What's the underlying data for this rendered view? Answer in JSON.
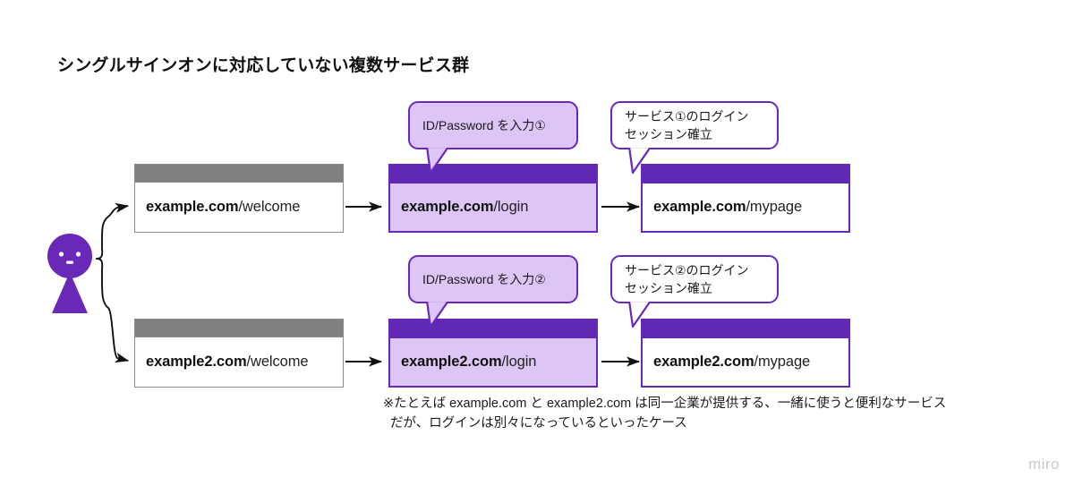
{
  "title": "シングルサインオンに対応していない複数サービス群",
  "colors": {
    "purple_dark": "#5f28b5",
    "purple_border": "#6a28b8",
    "purple_light": "#ddc6f6",
    "gray_titlebar": "#808080",
    "gray_border": "#8a8a8a",
    "arrow": "#111111",
    "watermark": "#c9c9d1"
  },
  "person": {
    "label": "user-person",
    "fill": "#6a28b8"
  },
  "rows": [
    {
      "id": "row-1",
      "boxes": [
        {
          "id": "welcome-1",
          "host": "example.com",
          "path": "/welcome",
          "style": "gray"
        },
        {
          "id": "login-1",
          "host": "example.com",
          "path": "/login",
          "style": "purple-fill"
        },
        {
          "id": "mypage-1",
          "host": "example.com",
          "path": "/mypage",
          "style": "purple-outline"
        }
      ],
      "callouts": [
        {
          "id": "callout-input-1",
          "style": "fill",
          "lines": [
            "ID/Password を入力①"
          ]
        },
        {
          "id": "callout-session-1",
          "style": "plain",
          "lines": [
            "サービス①のログイン",
            "セッション確立"
          ]
        }
      ]
    },
    {
      "id": "row-2",
      "boxes": [
        {
          "id": "welcome-2",
          "host": "example2.com",
          "path": "/welcome",
          "style": "gray"
        },
        {
          "id": "login-2",
          "host": "example2.com",
          "path": "/login",
          "style": "purple-fill"
        },
        {
          "id": "mypage-2",
          "host": "example2.com",
          "path": "/mypage",
          "style": "purple-outline"
        }
      ],
      "callouts": [
        {
          "id": "callout-input-2",
          "style": "fill",
          "lines": [
            "ID/Password を入力②"
          ]
        },
        {
          "id": "callout-session-2",
          "style": "plain",
          "lines": [
            "サービス②のログイン",
            "セッション確立"
          ]
        }
      ]
    }
  ],
  "footnote": {
    "line1": "※たとえば example.com と example2.com は同一企業が提供する、一緒に使うと便利なサービス",
    "line2": "だが、ログインは別々になっているといったケース"
  },
  "watermark": "miro"
}
